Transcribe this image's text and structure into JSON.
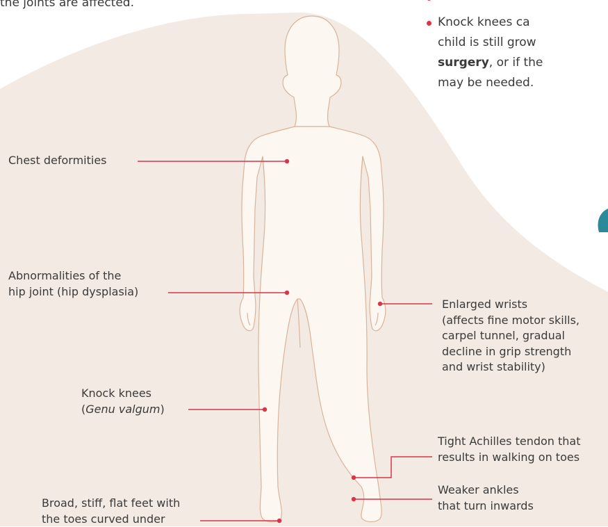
{
  "intro": {
    "line_partial": "the joints are affected."
  },
  "bullet": {
    "line1": "Knock knees ca",
    "line2": "child is still grow",
    "line3_bold": "surgery",
    "line3_rest": ", or if the",
    "line4": "may be needed."
  },
  "labels": {
    "chest": "Chest deformities",
    "hip_l1": "Abnormalities of the",
    "hip_l2": "hip joint (hip dysplasia)",
    "knees_l1": "Knock knees",
    "knees_open": "(",
    "knees_italic": "Genu valgum",
    "knees_close": ")",
    "feet_l1": "Broad, stiff, flat feet with",
    "feet_l2": "the toes curved under",
    "wrists_l1": "Enlarged wrists",
    "wrists_l2": "(affects fine motor skills,",
    "wrists_l3": "carpel tunnel, gradual",
    "wrists_l4": "decline in grip strength",
    "wrists_l5": "and wrist stability)",
    "achilles_l1": "Tight Achilles tendon that",
    "achilles_l2": "results in walking on toes",
    "ankles_l1": "Weaker ankles",
    "ankles_l2": "that turn inwards"
  },
  "colors": {
    "accent_red": "#d8344a",
    "panel_beige": "#f3ebe3",
    "body_fill": "#fdf7f1",
    "body_outline": "#d9b39a",
    "teal_accent": "#2a8a9a"
  }
}
